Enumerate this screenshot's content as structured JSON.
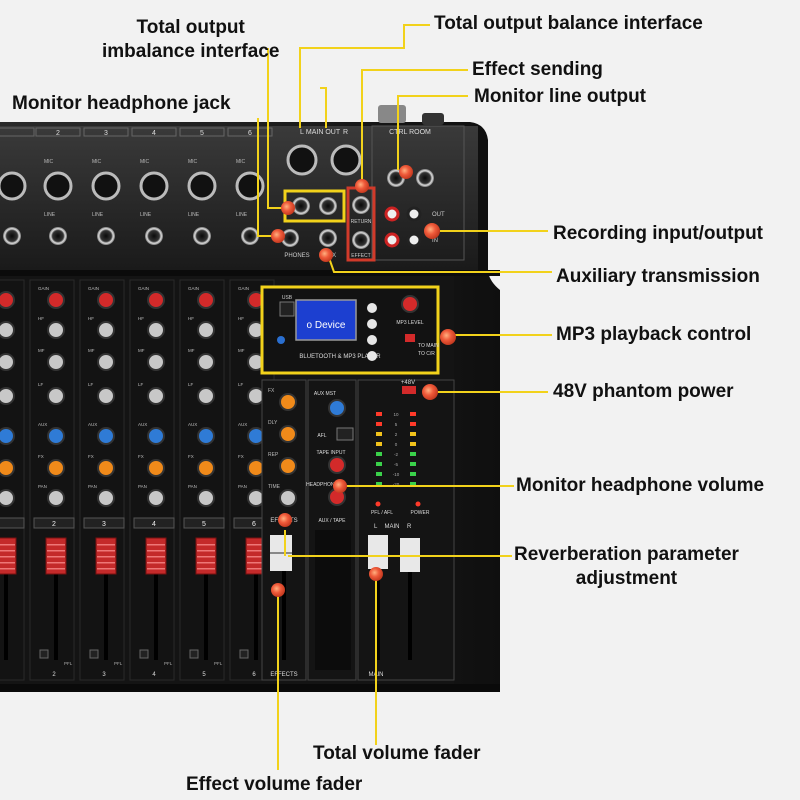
{
  "mixer": {
    "channel_numbers": [
      "2",
      "3",
      "4",
      "5",
      "6"
    ],
    "main_out_label": "MAIN OUT",
    "main_out_l": "L",
    "main_out_r": "R",
    "ctrl_room_label": "CTRL ROOM",
    "mic_label": "MIC",
    "line_label": "LINE",
    "phones_label": "PHONES",
    "aux_label": "AUX",
    "return_label": "RETURN",
    "effect_label": "EFFECT",
    "out_label": "OUT",
    "in_label": "IN",
    "knob_labels": [
      "GAIN",
      "HF",
      "MF",
      "LF",
      "AUX",
      "FX",
      "PAN"
    ],
    "mp3": {
      "usb_label": "USB",
      "display_text": "o Device",
      "player_label": "BLUETOOTH & MP3 PLAYER",
      "mp3_level_label": "MP3 LEVEL",
      "to_main_label": "TO MAIN",
      "to_cr_label": "TO C/R"
    },
    "fx_labels": [
      "FX",
      "DLY",
      "REP",
      "TIME"
    ],
    "aux_mst_label": "AUX MST",
    "afl_label": "AFL",
    "tape_input_label": "TAPE INPUT",
    "headphone_label": "HEADPHONE",
    "aux_tape_label": "AUX / TAPE",
    "effects_label": "EFFECTS",
    "phantom_label": "+48V",
    "pfl_afl_label": "PFL / AFL",
    "power_label": "POWER",
    "main_label": "MAIN",
    "pfl_label": "PFL",
    "meter_labels": [
      "10",
      "5",
      "2",
      "0",
      "-2",
      "-5",
      "-10",
      "-20"
    ]
  },
  "callouts": {
    "total_output_imbalance": "Total output\nimbalance interface",
    "total_output_balance": "Total output balance interface",
    "effect_sending": "Effect sending",
    "monitor_line_output": "Monitor line output",
    "monitor_headphone_jack": "Monitor headphone jack",
    "recording_io": "Recording input/output",
    "auxiliary_transmission": "Auxiliary transmission",
    "mp3_playback": "MP3 playback control",
    "phantom_power": "48V phantom power",
    "headphone_volume": "Monitor headphone volume",
    "reverb_adjust": "Reverberation parameter\nadjustment",
    "total_volume_fader": "Total volume fader",
    "effect_volume_fader": "Effect volume fader"
  },
  "colors": {
    "highlight": "#f2d21b",
    "effect_box": "#d13a2a",
    "knob_red": "#d32a2a",
    "knob_orange": "#f08a1a",
    "knob_blue": "#2f7bd6",
    "marker": "#ef5a3a",
    "panel": "#1e1e1e"
  }
}
